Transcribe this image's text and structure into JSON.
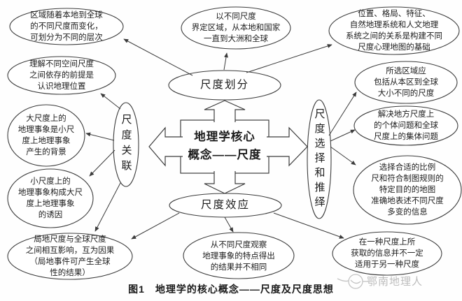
{
  "title_block": {
    "text": "地理学核心\n概念——尺度"
  },
  "hubs": {
    "division": "尺度划分",
    "association": "尺度关联",
    "selection": "尺度选择和推绎",
    "effect": "尺度效应"
  },
  "nodes": {
    "region_levels": "区域随着本地到全球\n的不同尺度而变化，\n可划分为不同的层次",
    "understand_location": "理解不同空间尺度\n之间依存的前提是\n认识地理位置",
    "large_scale_background": "大尺度上的\n地理事象是小尺\n度上地理事象\n产生的背景",
    "small_scale_cause": "小尺度上的\n地理事象构成大尺\n度上地理事象\n的诱因",
    "local_global_interact": "局地尺度与全球尺度\n之间相互影响，互为因果\n（局地事件可产生全球\n性的结果）",
    "define_regions": "以不同尺度\n界定区域，从本地和国家\n一直到大洲和全球",
    "mental_map_basis": "位置、格局、特征、\n自然地理系统和人文地理\n系统之间的关系是构建不同\n尺度心理地图的基础",
    "selected_region": "所选区域应\n包括从本区到全球\n大小不同的尺度",
    "solve_problems": "解决地方尺度上\n的个体问题和全球\n尺度上的集体问题",
    "choose_map": "选择合适的比例\n尺和符合制图规则的\n特定目的的地图\n准确地表述不同尺度\n多变的信息",
    "observe_different": "从不同尺度观察\n地理事象的特点得出\n的结果并不相同",
    "info_not_transfer": "在一种尺度上所\n获取的信息并不一定\n适用于另一种尺度"
  },
  "caption": "图1　地理学的核心概念——尺度及尺度思想",
  "watermark": "鄂南地理人",
  "colors": {
    "stroke": "#3c3c3c",
    "text": "#1c1c1c",
    "watermark": "#bcbcbc"
  }
}
